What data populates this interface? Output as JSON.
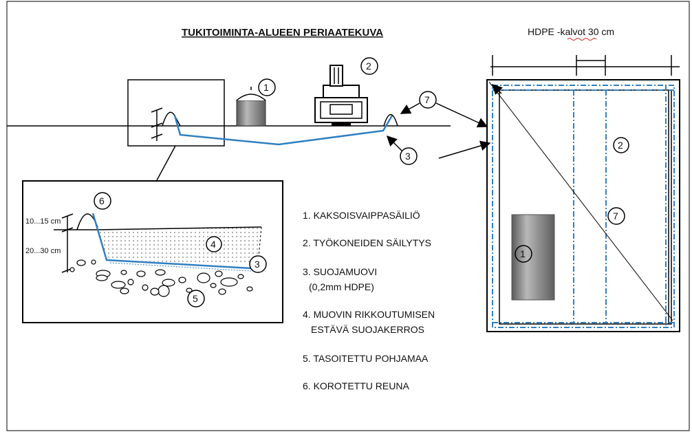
{
  "title": "TUKITOIMINTA-ALUEEN  PERIAATEKUVA",
  "hdpe_label_prefix": "HDPE -",
  "hdpe_label_word": "kalvot",
  "hdpe_label_suffix": " 30 cm",
  "dimension_top": "10...15 cm",
  "dimension_bottom": "20...30  cm",
  "legend": [
    "1. KAKSOISVAIPPASÄILIÖ",
    "2. TYÖKONEIDEN SÄILYTYS",
    "3. SUOJAMUOVI",
    "(0,2mm HDPE)",
    "4. MUOVIN RIKKOUTUMISEN",
    "ESTÄVÄ SUOJAKERROS",
    "5. TASOITETTU POHJAMAA",
    "6. KOROTETTU REUNA"
  ],
  "markers": {
    "tank": "1",
    "machine": "2",
    "membrane": "3",
    "edge": "7",
    "detail_edge": "6",
    "detail_layer": "4",
    "detail_membrane": "3",
    "detail_ground": "5",
    "plan_machine": "2",
    "plan_edge": "7",
    "plan_tank": "1"
  },
  "colors": {
    "membrane_blue": "#2f7fc0",
    "tank_grey": "#7a7a7a"
  }
}
